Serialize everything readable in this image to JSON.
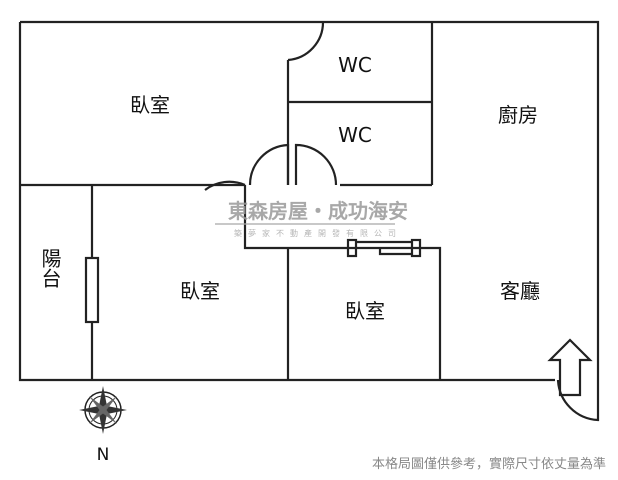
{
  "rooms": {
    "bedroom_top": "臥室",
    "wc_top": "WC",
    "wc_bottom": "WC",
    "kitchen": "廚房",
    "balcony": "陽台",
    "bedroom_left": "臥室",
    "bedroom_mid": "臥室",
    "living": "客廳"
  },
  "watermark": {
    "title": "東森房屋・成功海安",
    "subtitle": "築夢家不動產開發有限公司"
  },
  "compass": {
    "label": "N"
  },
  "footer": {
    "disclaimer": "本格局圖僅供參考，實際尺寸依丈量為準"
  }
}
